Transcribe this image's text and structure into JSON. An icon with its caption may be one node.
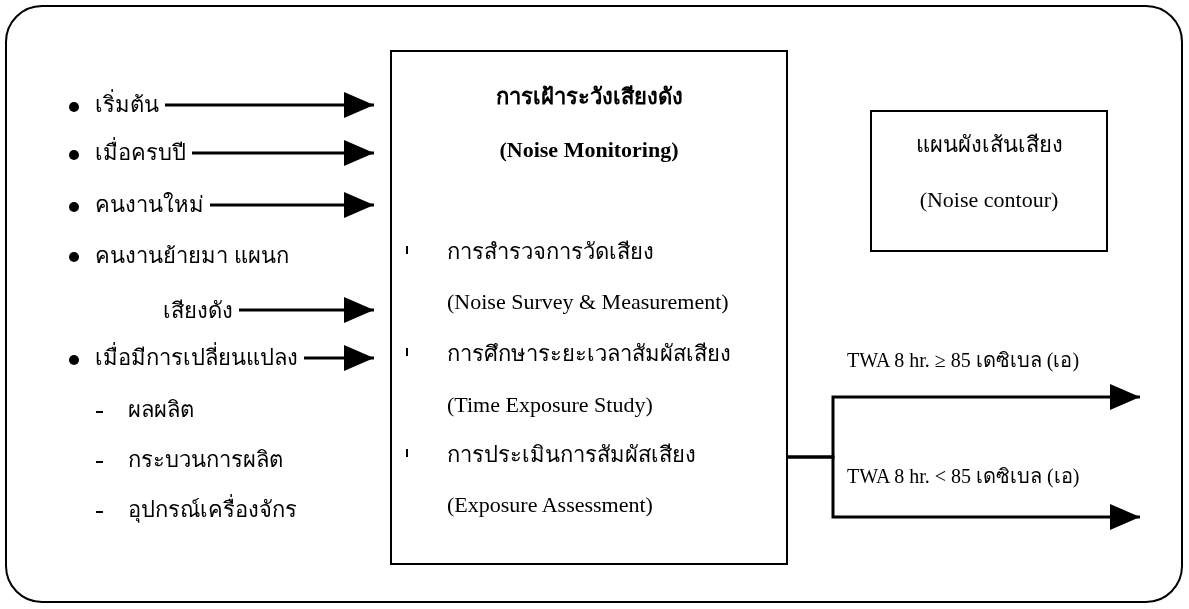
{
  "diagram": {
    "nodes": [
      {
        "text": [
          "เริ่มต้น"
        ]
      },
      {
        "text": [
          "เมื่อครบปี"
        ]
      },
      {
        "text": [
          "คนงานใหม่"
        ]
      },
      {
        "text": [
          "คนงานย้ายมา แผนกเสียงดัง"
        ]
      },
      {
        "text": [
          "เมื่อมีการเปลี่ยนแปลง"
        ]
      },
      {
        "text": [
          "การเฝ้าระวังเสียงดัง",
          "(Noise Monitoring)",
          "การสำรวจการวัดเสียง",
          "(Noise Survey & Measurement)",
          "การศึกษาระยะเวลาสัมผัสเสียง",
          "(Time Exposure Study)",
          "การประเมินการสัมผัสเสียง",
          "(Exposure Assessment)"
        ]
      },
      {
        "text": [
          "แผนผังเส้นเสียง",
          "(Noise contour)"
        ]
      }
    ],
    "edges": [
      {
        "from": 0,
        "to": 5,
        "arrow": "to"
      },
      {
        "from": 1,
        "to": 5,
        "arrow": "to"
      },
      {
        "from": 2,
        "to": 5,
        "arrow": "to"
      },
      {
        "from": 3,
        "to": 5,
        "arrow": "to"
      },
      {
        "from": 4,
        "to": 5,
        "arrow": "to"
      },
      {
        "from": 5,
        "to": null,
        "arrow": "to",
        "label": "TWA 8 hr. ≥ 85  เดซิเบล (เอ)"
      },
      {
        "from": 5,
        "to": null,
        "arrow": "to",
        "label": "TWA 8 hr. < 85  เดซิเบล (เอ)"
      }
    ],
    "labels": [
      "ผลผลิต",
      "กระบวนการผลิต",
      "อุปกรณ์เครื่องจักร"
    ]
  }
}
